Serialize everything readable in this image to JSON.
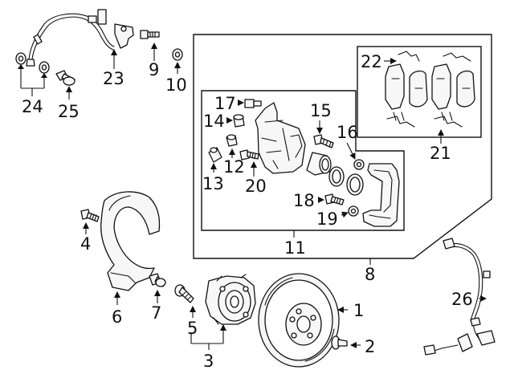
{
  "labels": {
    "p1": "1",
    "p2": "2",
    "p3": "3",
    "p4": "4",
    "p5": "5",
    "p6": "6",
    "p7": "7",
    "p8": "8",
    "p9": "9",
    "p10": "10",
    "p11": "11",
    "p12": "12",
    "p13": "13",
    "p14": "14",
    "p15": "15",
    "p16": "16",
    "p17": "17",
    "p18": "18",
    "p19": "19",
    "p20": "20",
    "p21": "21",
    "p22": "22",
    "p23": "23",
    "p24": "24",
    "p25": "25",
    "p26": "26"
  },
  "colors": {
    "line": "#111111",
    "background": "#ffffff"
  }
}
